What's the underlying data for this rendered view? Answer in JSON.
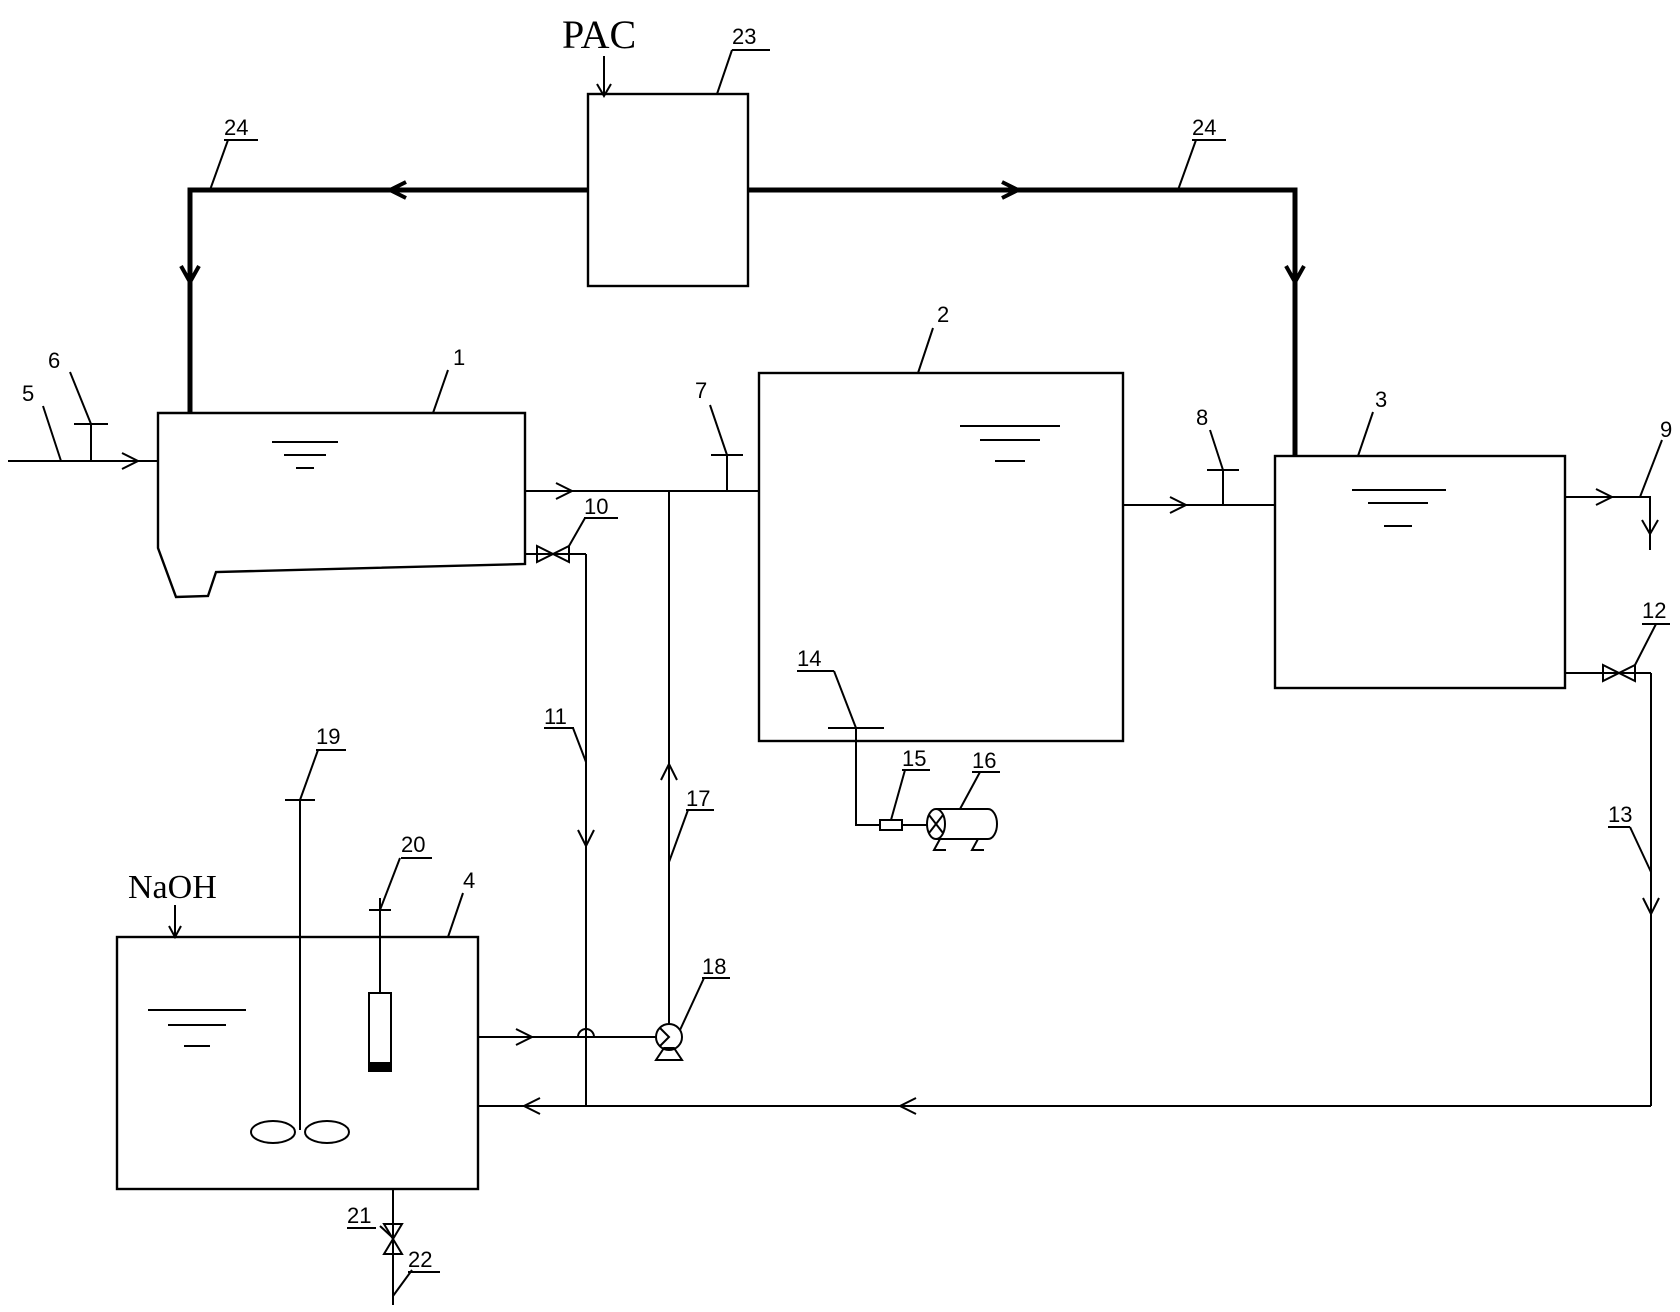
{
  "chemicals": {
    "pac": "PAC",
    "naoh": "NaOH"
  },
  "labels": {
    "l1": "1",
    "l2": "2",
    "l3": "3",
    "l4": "4",
    "l5": "5",
    "l6": "6",
    "l7": "7",
    "l8": "8",
    "l9": "9",
    "l10": "10",
    "l11": "11",
    "l12": "12",
    "l13": "13",
    "l14": "14",
    "l15": "15",
    "l16": "16",
    "l17": "17",
    "l18": "18",
    "l19": "19",
    "l20": "20",
    "l21": "21",
    "l22": "22",
    "l23a": "23",
    "l24a": "24",
    "l24b": "24"
  }
}
